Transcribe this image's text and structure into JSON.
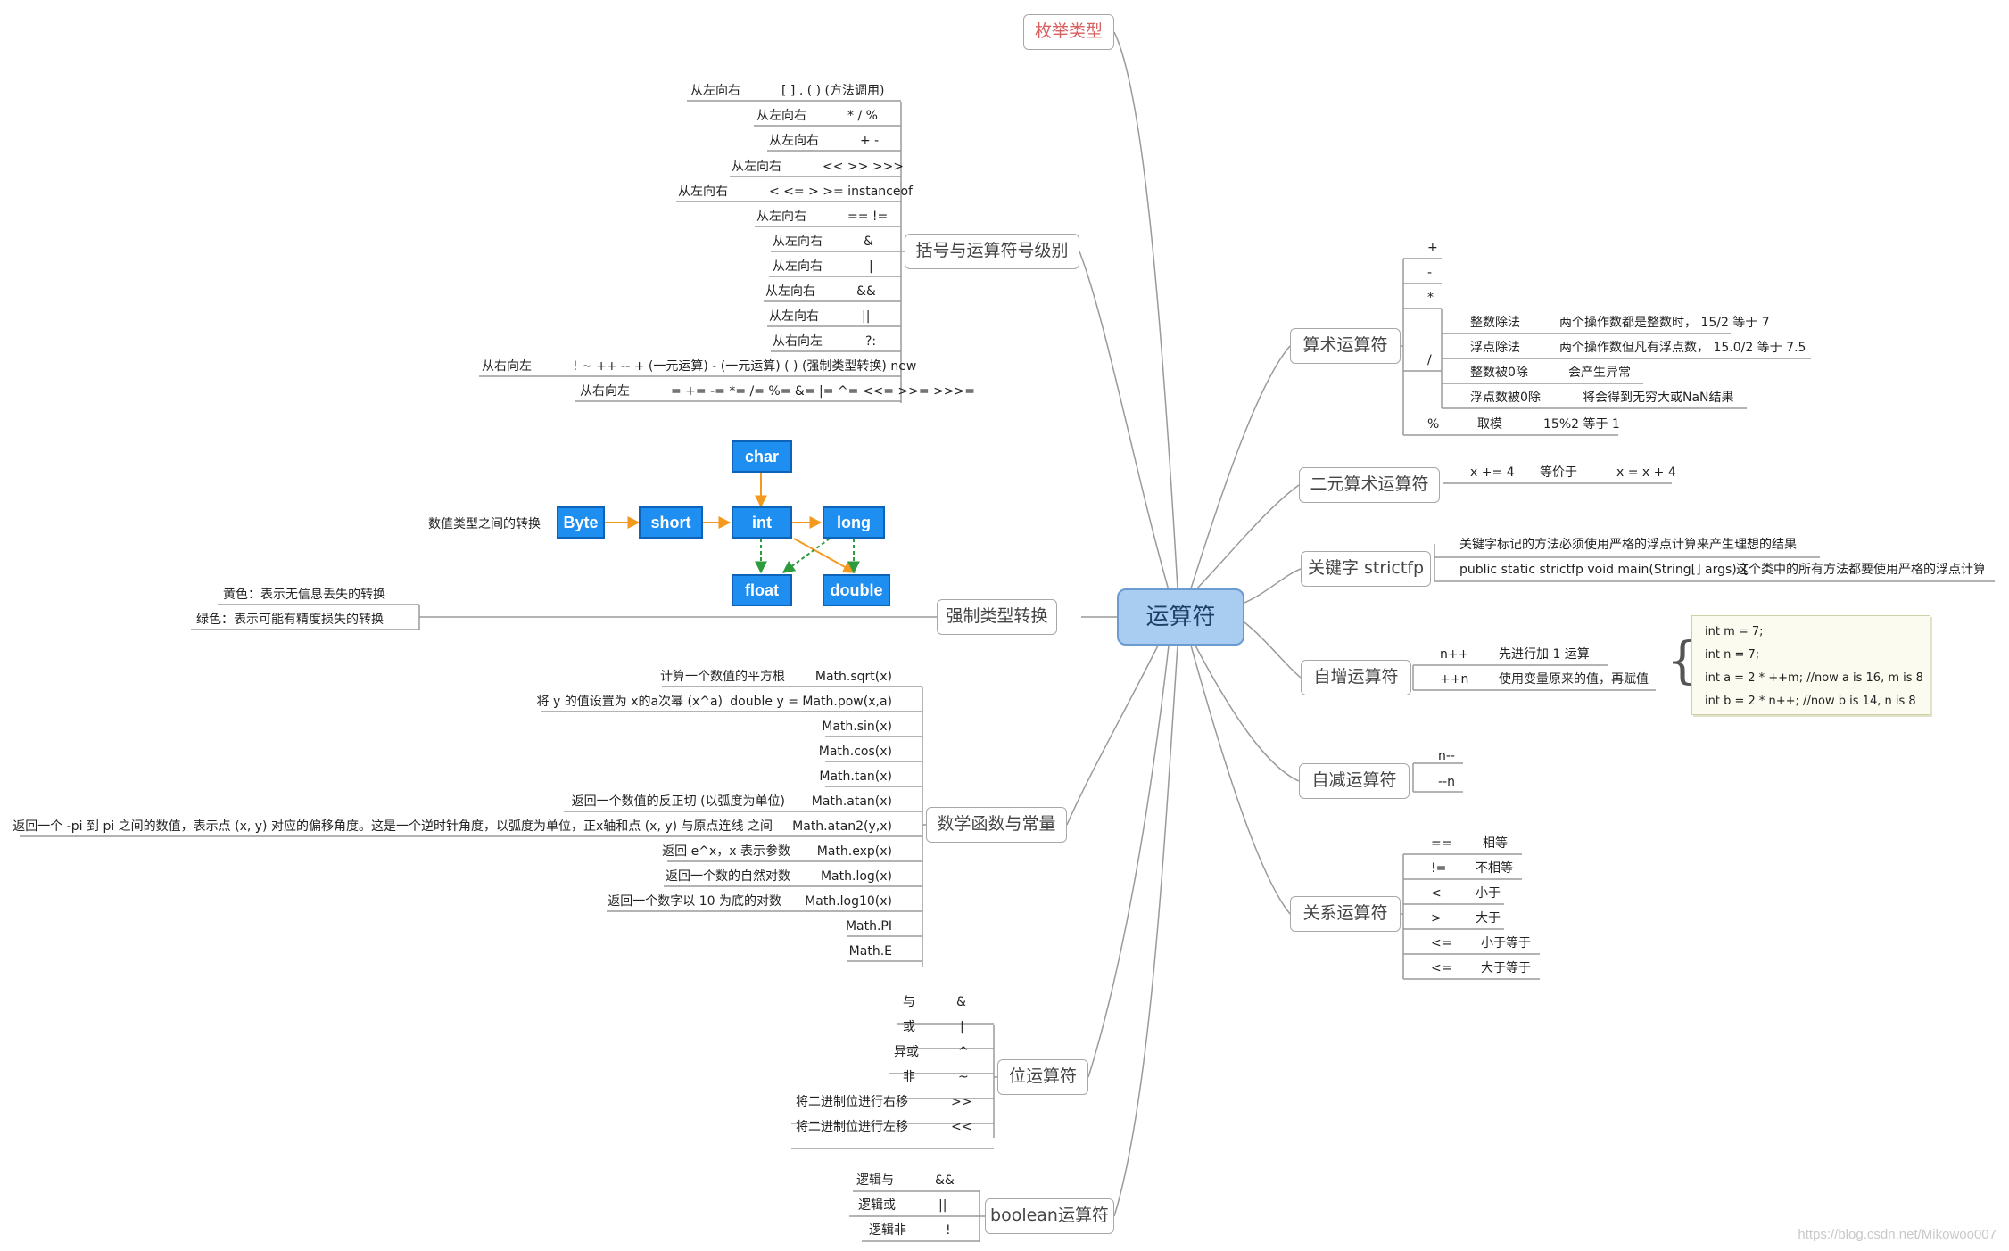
{
  "center": "运算符",
  "branches": {
    "enum": "枚举类型",
    "precedence": "括号与运算符号级别",
    "cast": "强制类型转换",
    "math": "数学函数与常量",
    "bit": "位运算符",
    "boolean": "boolean运算符",
    "arith": "算术运算符",
    "binary_arith": "二元算术运算符",
    "strictfp": "关键字 strictfp",
    "increment": "自增运算符",
    "decrement": "自减运算符",
    "relational": "关系运算符"
  },
  "precedence_rows": [
    {
      "dir": "从左向右",
      "ops": "[ ] . ( ) (方法调用)"
    },
    {
      "dir": "从左向右",
      "ops": "* / %"
    },
    {
      "dir": "从左向右",
      "ops": "+ -"
    },
    {
      "dir": "从左向右",
      "ops": "<< >> >>>"
    },
    {
      "dir": "从左向右",
      "ops": "< <= > >= instanceof"
    },
    {
      "dir": "从左向右",
      "ops": "== !="
    },
    {
      "dir": "从左向右",
      "ops": "&"
    },
    {
      "dir": "从左向右",
      "ops": "|"
    },
    {
      "dir": "从左向右",
      "ops": "&&"
    },
    {
      "dir": "从左向右",
      "ops": "||"
    },
    {
      "dir": "从右向左",
      "ops": "?:"
    },
    {
      "dir": "从右向左",
      "ops": "! ~ ++ -- + (一元运算) - (一元运算) ( ) (强制类型转换) new"
    },
    {
      "dir": "从右向左",
      "ops": "= += -= *= /= %= &= |= ^= <<= >>= >>>="
    }
  ],
  "cast": {
    "label": "数值类型之间的转换",
    "types": {
      "char": "char",
      "byte": "Byte",
      "short": "short",
      "int": "int",
      "long": "long",
      "float": "float",
      "double": "double"
    },
    "notes": [
      "黄色：表示无信息丢失的转换",
      "绿色：表示可能有精度损失的转换"
    ],
    "colors": {
      "box": "#1f8ef1",
      "lossless_arrow": "#f39a1e",
      "lossy_arrow": "#2e9b3e"
    }
  },
  "math_rows": [
    {
      "desc": "计算一个数值的平方根",
      "fn": "Math.sqrt(x)"
    },
    {
      "desc": "将 y 的值设置为 x的a次幂 (x^a)",
      "fn": "double y = Math.pow(x,a)"
    },
    {
      "desc": "",
      "fn": "Math.sin(x)"
    },
    {
      "desc": "",
      "fn": "Math.cos(x)"
    },
    {
      "desc": "",
      "fn": "Math.tan(x)"
    },
    {
      "desc": "返回一个数值的反正切 (以弧度为单位)",
      "fn": "Math.atan(x)"
    },
    {
      "desc": "返回一个 -pi 到 pi 之间的数值，表示点 (x, y) 对应的偏移角度。这是一个逆时针角度，以弧度为单位，正x轴和点 (x, y) 与原点连线 之间",
      "fn": "Math.atan2(y,x)"
    },
    {
      "desc": "返回 e^x，x 表示参数",
      "fn": "Math.exp(x)"
    },
    {
      "desc": "返回一个数的自然对数",
      "fn": "Math.log(x)"
    },
    {
      "desc": "返回一个数字以 10 为底的对数",
      "fn": "Math.log10(x)"
    },
    {
      "desc": "",
      "fn": "Math.PI"
    },
    {
      "desc": "",
      "fn": "Math.E"
    }
  ],
  "bit_rows": [
    {
      "name": "与",
      "op": "&"
    },
    {
      "name": "或",
      "op": "|"
    },
    {
      "name": "异或",
      "op": "^"
    },
    {
      "name": "非",
      "op": "~"
    },
    {
      "name": "将二进制位进行右移",
      "op": ">>"
    },
    {
      "name": "将二进制位进行左移",
      "op": "<<"
    }
  ],
  "bool_rows": [
    {
      "name": "逻辑与",
      "op": "&&"
    },
    {
      "name": "逻辑或",
      "op": "||"
    },
    {
      "name": "逻辑非",
      "op": "!"
    }
  ],
  "arith": {
    "simple_ops": [
      "+",
      "-",
      "*"
    ],
    "division": {
      "op": "/",
      "rows": [
        {
          "name": "整数除法",
          "desc": "两个操作数都是整数时， 15/2 等于 7"
        },
        {
          "name": "浮点除法",
          "desc": "两个操作数但凡有浮点数， 15.0/2 等于 7.5"
        },
        {
          "name": "整数被0除",
          "desc": "会产生异常"
        },
        {
          "name": "浮点数被0除",
          "desc": "将会得到无穷大或NaN结果"
        }
      ]
    },
    "modulo": {
      "op": "%",
      "name": "取模",
      "example": "15%2 等于 1"
    }
  },
  "binary_arith": {
    "expr": "x += 4",
    "equiv": "等价于",
    "result": "x = x + 4"
  },
  "strictfp": {
    "desc": "关键字标记的方法必须使用严格的浮点计算来产生理想的结果",
    "code": "public static strictfp void main(String[] args) {",
    "note": "这个类中的所有方法都要使用严格的浮点计算"
  },
  "increment": {
    "rows": [
      {
        "op": "n++",
        "desc": "先进行加 1 运算"
      },
      {
        "op": "++n",
        "desc": "使用变量原来的值，再赋值"
      }
    ],
    "code_lines": [
      "int m = 7;",
      "int n = 7;",
      "int a = 2 * ++m;  //now a is 16, m is 8",
      "int b = 2 * n++;  //now b is 14, n is 8"
    ]
  },
  "decrement_rows": [
    "n--",
    "--n"
  ],
  "relational_rows": [
    {
      "op": "==",
      "desc": "相等"
    },
    {
      "op": "!=",
      "desc": "不相等"
    },
    {
      "op": "<",
      "desc": "小于"
    },
    {
      "op": ">",
      "desc": "大于"
    },
    {
      "op": "<=",
      "desc": "小于等于"
    },
    {
      "op": "<=",
      "desc": "大于等于"
    }
  ],
  "watermark": "https://blog.csdn.net/Mikowoo007"
}
